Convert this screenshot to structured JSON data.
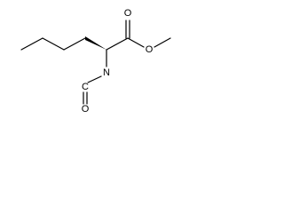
{
  "diagram": {
    "type": "skeletal-structure",
    "atoms": {
      "carbonyl_oxygen": "O",
      "ester_oxygen": "O",
      "isocyanate_nitrogen": "N",
      "isocyanate_carbon": "C",
      "isocyanate_oxygen": "O"
    },
    "colors": {
      "bond": "#000000",
      "label": "#000000",
      "background": "#ffffff"
    }
  }
}
